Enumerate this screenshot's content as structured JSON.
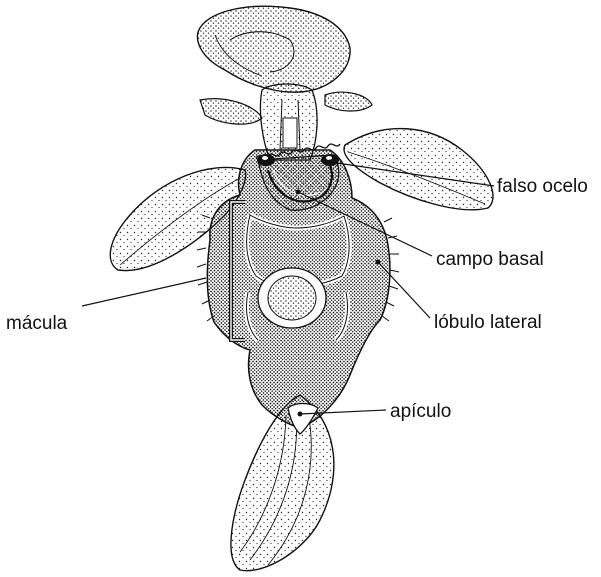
{
  "labels": {
    "falso_ocelo": "falso ocelo",
    "campo_basal": "campo basal",
    "lobulo_lateral": "lóbulo lateral",
    "macula": "mácula",
    "apiculo": "apículo"
  },
  "colors": {
    "ink": "#111111",
    "paper": "#ffffff",
    "stipple": "#2a2a2a"
  }
}
